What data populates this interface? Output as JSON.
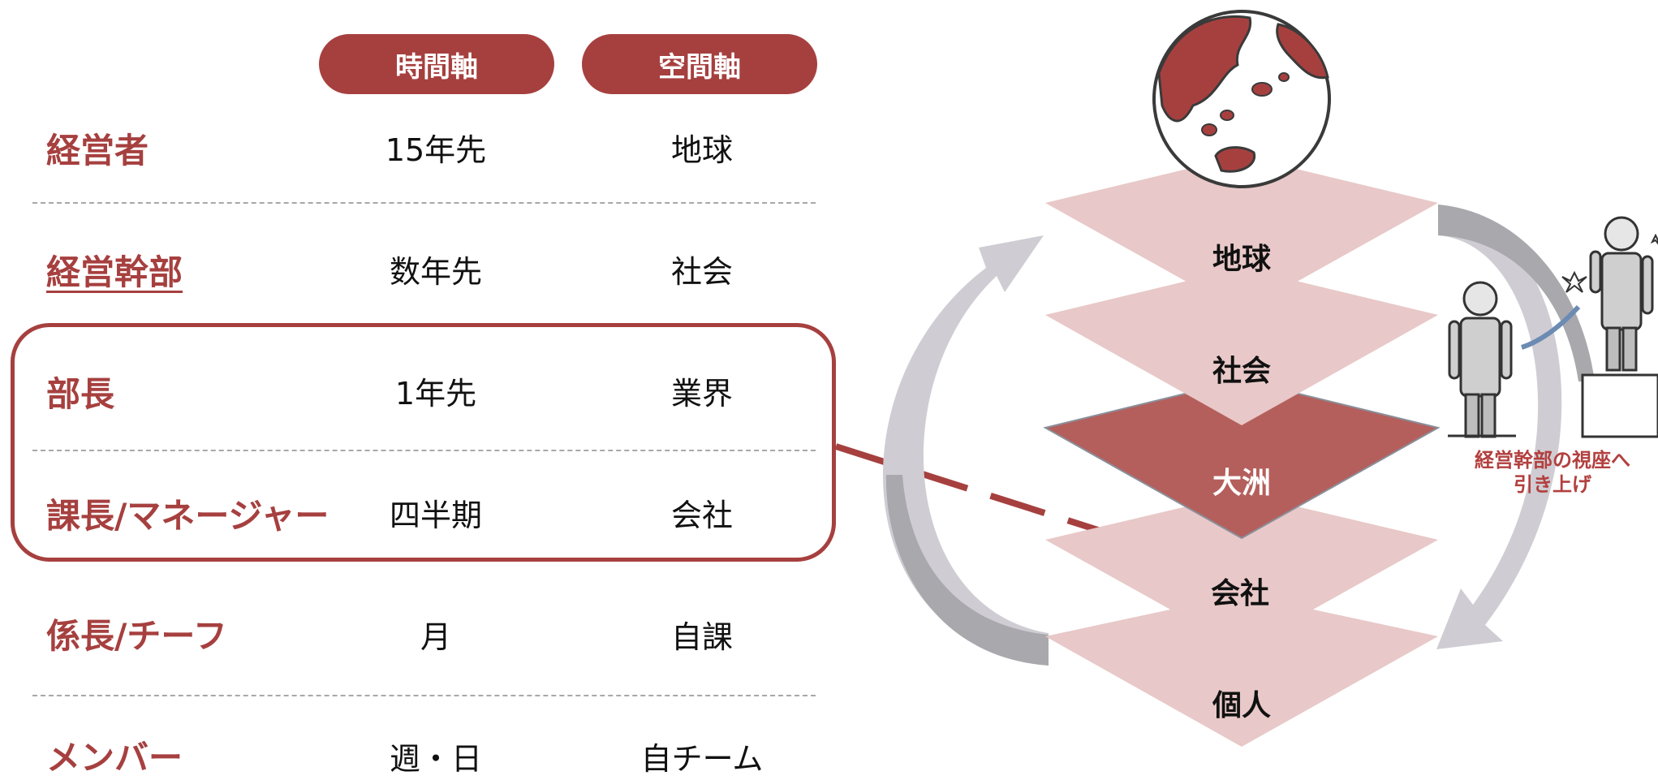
{
  "table": {
    "headers": {
      "time_axis": "時間軸",
      "space_axis": "空間軸"
    },
    "rows": [
      {
        "role": "経営者",
        "time": "15年先",
        "space": "地球"
      },
      {
        "role": "経営幹部",
        "time": "数年先",
        "space": "社会"
      },
      {
        "role": "部長",
        "time": "1年先",
        "space": "業界"
      },
      {
        "role": "課長/マネージャー",
        "time": "四半期",
        "space": "会社"
      },
      {
        "role": "係長/チーフ",
        "time": "月",
        "space": "自課"
      },
      {
        "role": "メンバー",
        "time": "週・日",
        "space": "自チーム"
      }
    ]
  },
  "diagram": {
    "layers": [
      "地球",
      "社会",
      "大洲",
      "会社",
      "個人"
    ],
    "highlight_layer": "大洲",
    "caption_line1": "経営幹部の視座へ",
    "caption_line2": "引き上げ",
    "colors": {
      "accent": "#a6403f",
      "layer_fill": "#e8c8c8",
      "layer_active": "#b45f5c",
      "arrow_grey": "#a9a8ad"
    }
  }
}
